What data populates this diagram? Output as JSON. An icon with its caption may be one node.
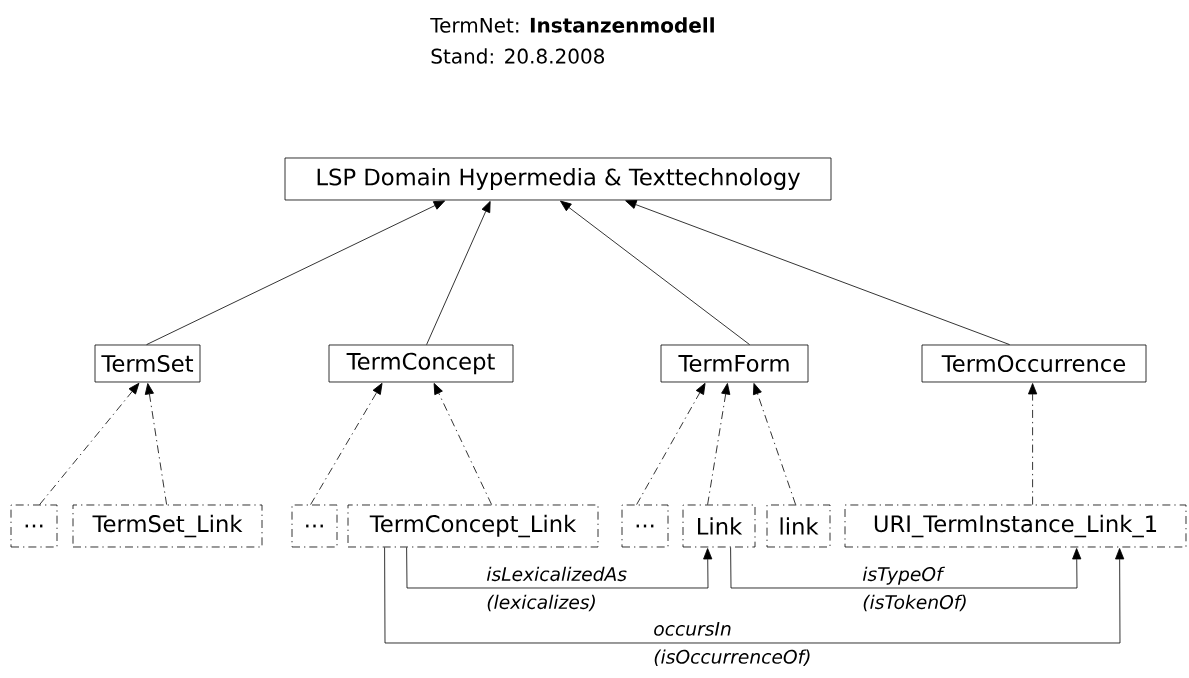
{
  "diagram": {
    "title": "TermNet: **Instanzenmodell**",
    "nodes": [
      {
        "text": [
          "LSP Domain Hypermedia & Texttechnology"
        ]
      },
      {
        "text": [
          "TermSet"
        ]
      },
      {
        "text": [
          "TermConcept"
        ]
      },
      {
        "text": [
          "TermForm"
        ]
      },
      {
        "text": [
          "TermOccurrence"
        ]
      },
      {
        "text": [
          "..."
        ]
      },
      {
        "text": [
          "TermSet_Link"
        ]
      },
      {
        "text": [
          "..."
        ]
      },
      {
        "text": [
          "TermConcept_Link"
        ]
      },
      {
        "text": [
          "..."
        ]
      },
      {
        "text": [
          "Link"
        ]
      },
      {
        "text": [
          "link"
        ]
      },
      {
        "text": [
          "URI_TermInstance_Link_1"
        ]
      }
    ],
    "edges": [
      {
        "from": 1,
        "to": 0,
        "arrow": "to"
      },
      {
        "from": 2,
        "to": 0,
        "arrow": "to"
      },
      {
        "from": 3,
        "to": 0,
        "arrow": "to"
      },
      {
        "from": 4,
        "to": 0,
        "arrow": "to"
      },
      {
        "from": 5,
        "to": 1,
        "arrow": "to",
        "style": "dashed"
      },
      {
        "from": 6,
        "to": 1,
        "arrow": "to",
        "style": "dashed"
      },
      {
        "from": 7,
        "to": 2,
        "arrow": "to",
        "style": "dashed"
      },
      {
        "from": 8,
        "to": 2,
        "arrow": "to",
        "style": "dashed"
      },
      {
        "from": 9,
        "to": 3,
        "arrow": "to",
        "style": "dashed"
      },
      {
        "from": 10,
        "to": 3,
        "arrow": "to",
        "style": "dashed"
      },
      {
        "from": 11,
        "to": 3,
        "arrow": "to",
        "style": "dashed"
      },
      {
        "from": 12,
        "to": 4,
        "arrow": "to",
        "style": "dashed"
      },
      {
        "from": 8,
        "to": 10,
        "arrow": "to",
        "label": "isLexicalizedAs (lexicalizes)"
      },
      {
        "from": 10,
        "to": 12,
        "arrow": "to",
        "label": "isTypeOf (isTokenOf)"
      },
      {
        "from": 8,
        "to": 12,
        "arrow": "to",
        "label": "occursIn (isOccurrenceOf)"
      }
    ],
    "labels": [
      "Stand: 20.8.2008"
    ]
  }
}
